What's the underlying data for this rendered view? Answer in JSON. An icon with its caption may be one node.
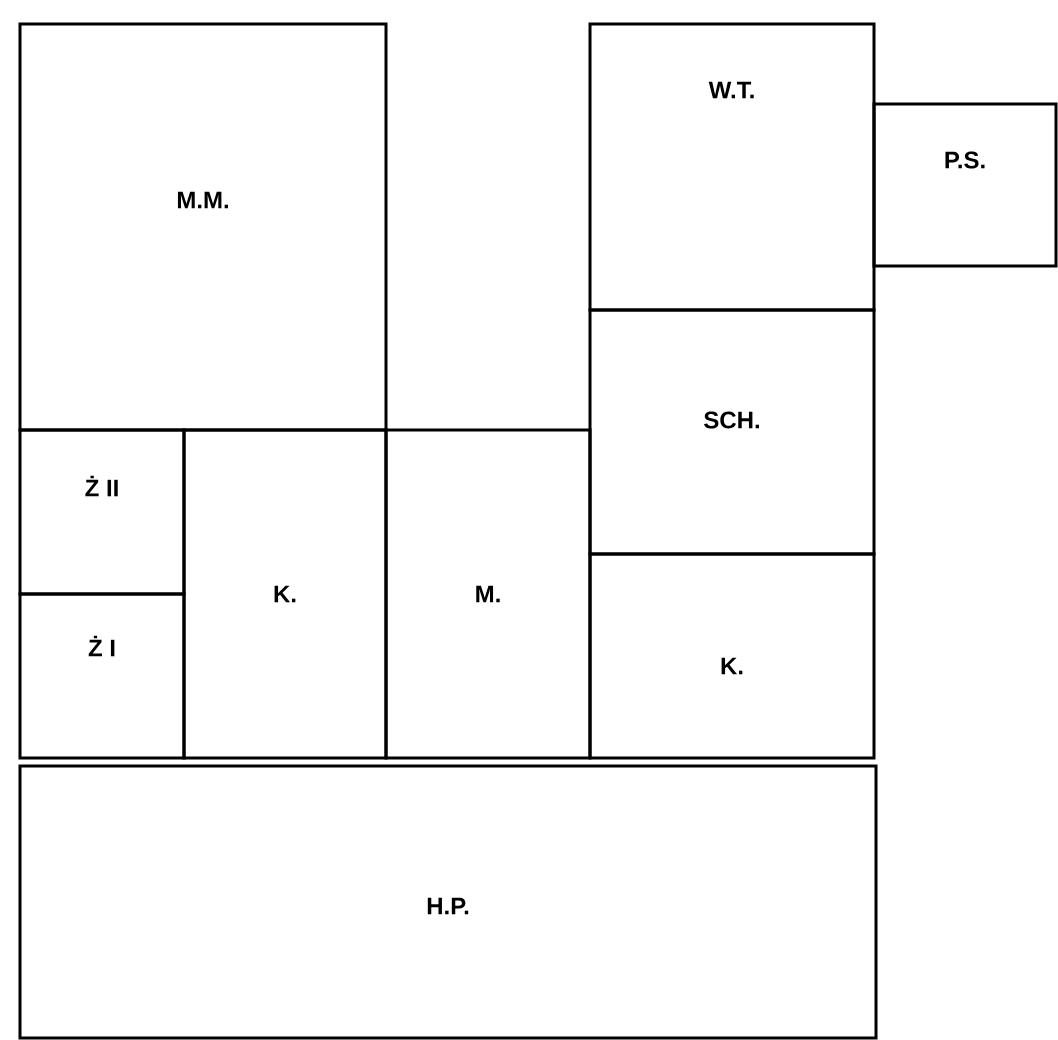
{
  "diagram": {
    "nodes": [
      {
        "text": [
          "M.M."
        ]
      },
      {
        "text": [
          "W.T."
        ]
      },
      {
        "text": [
          "P.S."
        ]
      },
      {
        "text": [
          "SCH."
        ]
      },
      {
        "text": [
          "Ż II"
        ]
      },
      {
        "text": [
          "K."
        ]
      },
      {
        "text": [
          "M."
        ]
      },
      {
        "text": [
          "K."
        ]
      },
      {
        "text": [
          "Ż I"
        ]
      },
      {
        "text": [
          "H.P."
        ]
      }
    ]
  }
}
